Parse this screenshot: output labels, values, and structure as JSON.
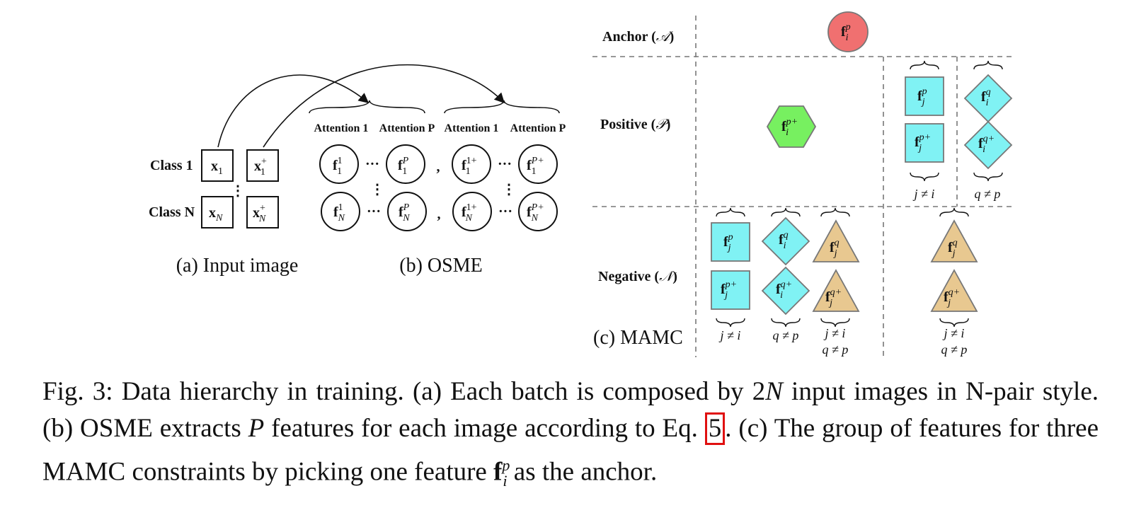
{
  "panel_a": {
    "rows": [
      {
        "class_label": "Class 1",
        "x": "x",
        "x_sub": "1",
        "xp": "x",
        "xp_sup": "+",
        "xp_sub": "1"
      },
      {
        "class_label": "Class N",
        "x": "x",
        "x_sub": "N",
        "xp": "x",
        "xp_sup": "+",
        "xp_sub": "N"
      }
    ],
    "vdots": "⋮",
    "caption": "(a) Input image"
  },
  "panel_b": {
    "headers": [
      "Attention 1",
      "Attention P",
      "Attention 1",
      "Attention P"
    ],
    "f": "f",
    "row1": [
      "1",
      "P",
      "1+",
      "P+"
    ],
    "row2": [
      "1",
      "P",
      "1+",
      "P+"
    ],
    "sub1": "1",
    "sub2": "N",
    "dots": "···",
    "comma": ",",
    "vdots": "⋮",
    "caption": "(b) OSME"
  },
  "panel_c": {
    "row_labels": {
      "anchor": "Anchor (",
      "anchor_sym": "𝒜",
      "positive": "Positive (",
      "positive_sym": "𝒫",
      "negative": "Negative (",
      "negative_sym": "𝒩",
      "close": ")"
    },
    "caption": "(c) MAMC",
    "f": "f",
    "sup_p": "p",
    "sup_pp": "p+",
    "sup_q": "q",
    "sup_qp": "q+",
    "sub_i": "i",
    "sub_j": "j",
    "cond_j": "j ≠ i",
    "cond_q": "q ≠ p",
    "colors": {
      "anchor": "#f07070",
      "positive_hex": "#77f060",
      "cyan": "#80f2f4",
      "tan": "#e8c890",
      "stroke": "#777777"
    }
  },
  "caption": {
    "lead": "Fig. 3: Data hierarchy in training. (a) Each batch is composed by 2",
    "n": "N",
    "t1": " input images in N-pair style. (b) OSME extracts ",
    "p": "P",
    "t2": " features for each image according to Eq. ",
    "ref": "5",
    "t3": ". (c) The group of features for three MAMC constraints by picking one feature ",
    "f": "f",
    "sup": "p",
    "sub": "i",
    "t4": " as the anchor."
  }
}
